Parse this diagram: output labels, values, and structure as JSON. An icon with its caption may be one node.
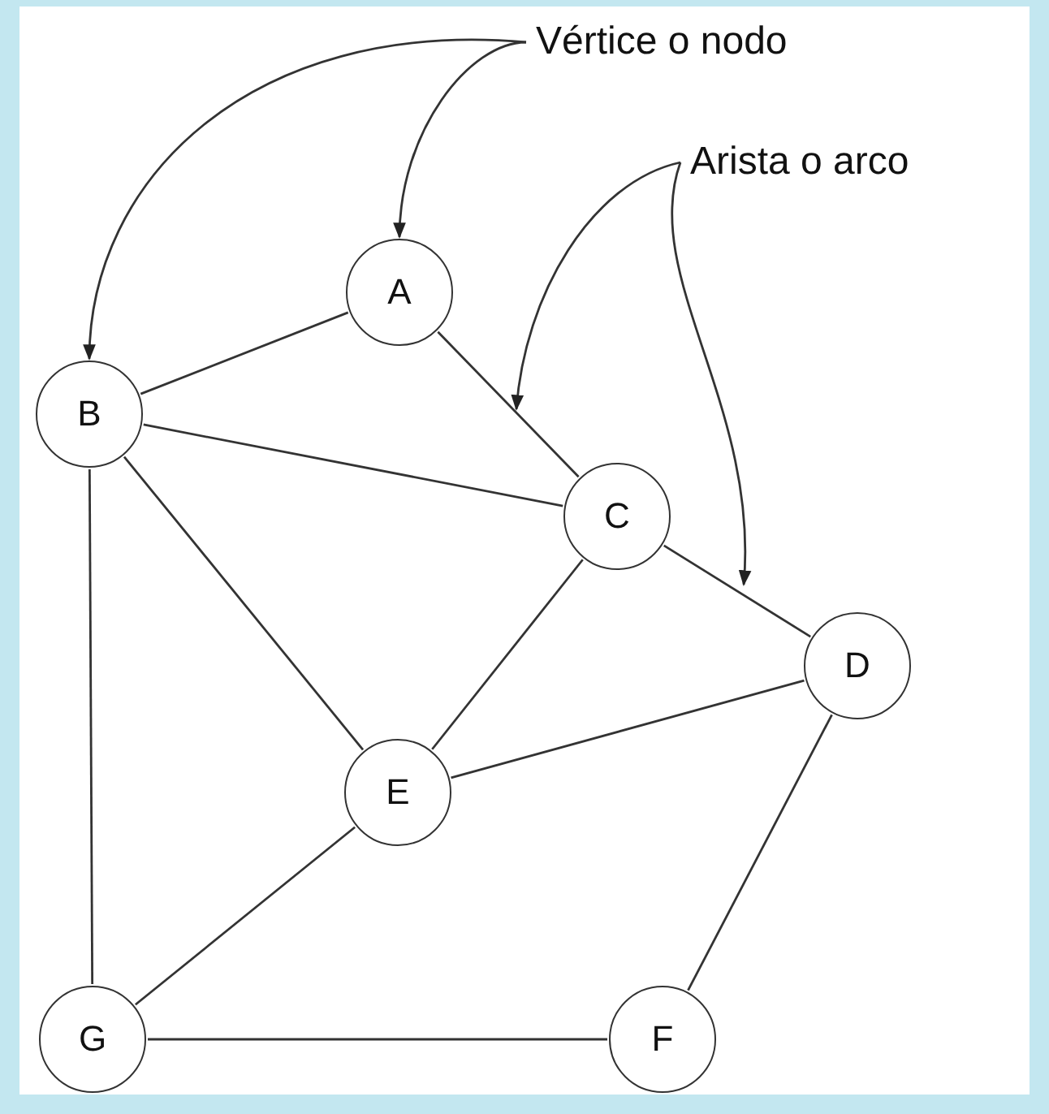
{
  "diagram": {
    "nodes": [
      {
        "text": [
          "Vértice o nodo"
        ]
      },
      {
        "text": [
          "Arista o arco"
        ]
      },
      {
        "text": [
          "A"
        ]
      },
      {
        "text": [
          "B"
        ]
      },
      {
        "text": [
          "C"
        ]
      },
      {
        "text": [
          "D"
        ]
      },
      {
        "text": [
          "E"
        ]
      },
      {
        "text": [
          "G"
        ]
      },
      {
        "text": [
          "F"
        ]
      }
    ],
    "edges": [
      {
        "from": 0,
        "to": 2,
        "arrow": "to"
      },
      {
        "from": 0,
        "to": 3,
        "arrow": "to"
      },
      {
        "from": 1,
        "to": null,
        "arrow": "to"
      },
      {
        "from": 1,
        "to": null,
        "arrow": "to"
      },
      {
        "from": 2,
        "to": 3,
        "arrow": "none"
      },
      {
        "from": 2,
        "to": 4,
        "arrow": "none"
      },
      {
        "from": 3,
        "to": 4,
        "arrow": "none"
      },
      {
        "from": 3,
        "to": 6,
        "arrow": "none"
      },
      {
        "from": 3,
        "to": 7,
        "arrow": "none"
      },
      {
        "from": 4,
        "to": 6,
        "arrow": "none"
      },
      {
        "from": 4,
        "to": 5,
        "arrow": "none"
      },
      {
        "from": 6,
        "to": 5,
        "arrow": "none"
      },
      {
        "from": 5,
        "to": 8,
        "arrow": "none"
      },
      {
        "from": 6,
        "to": 7,
        "arrow": "none"
      },
      {
        "from": 7,
        "to": 8,
        "arrow": "none"
      }
    ]
  }
}
